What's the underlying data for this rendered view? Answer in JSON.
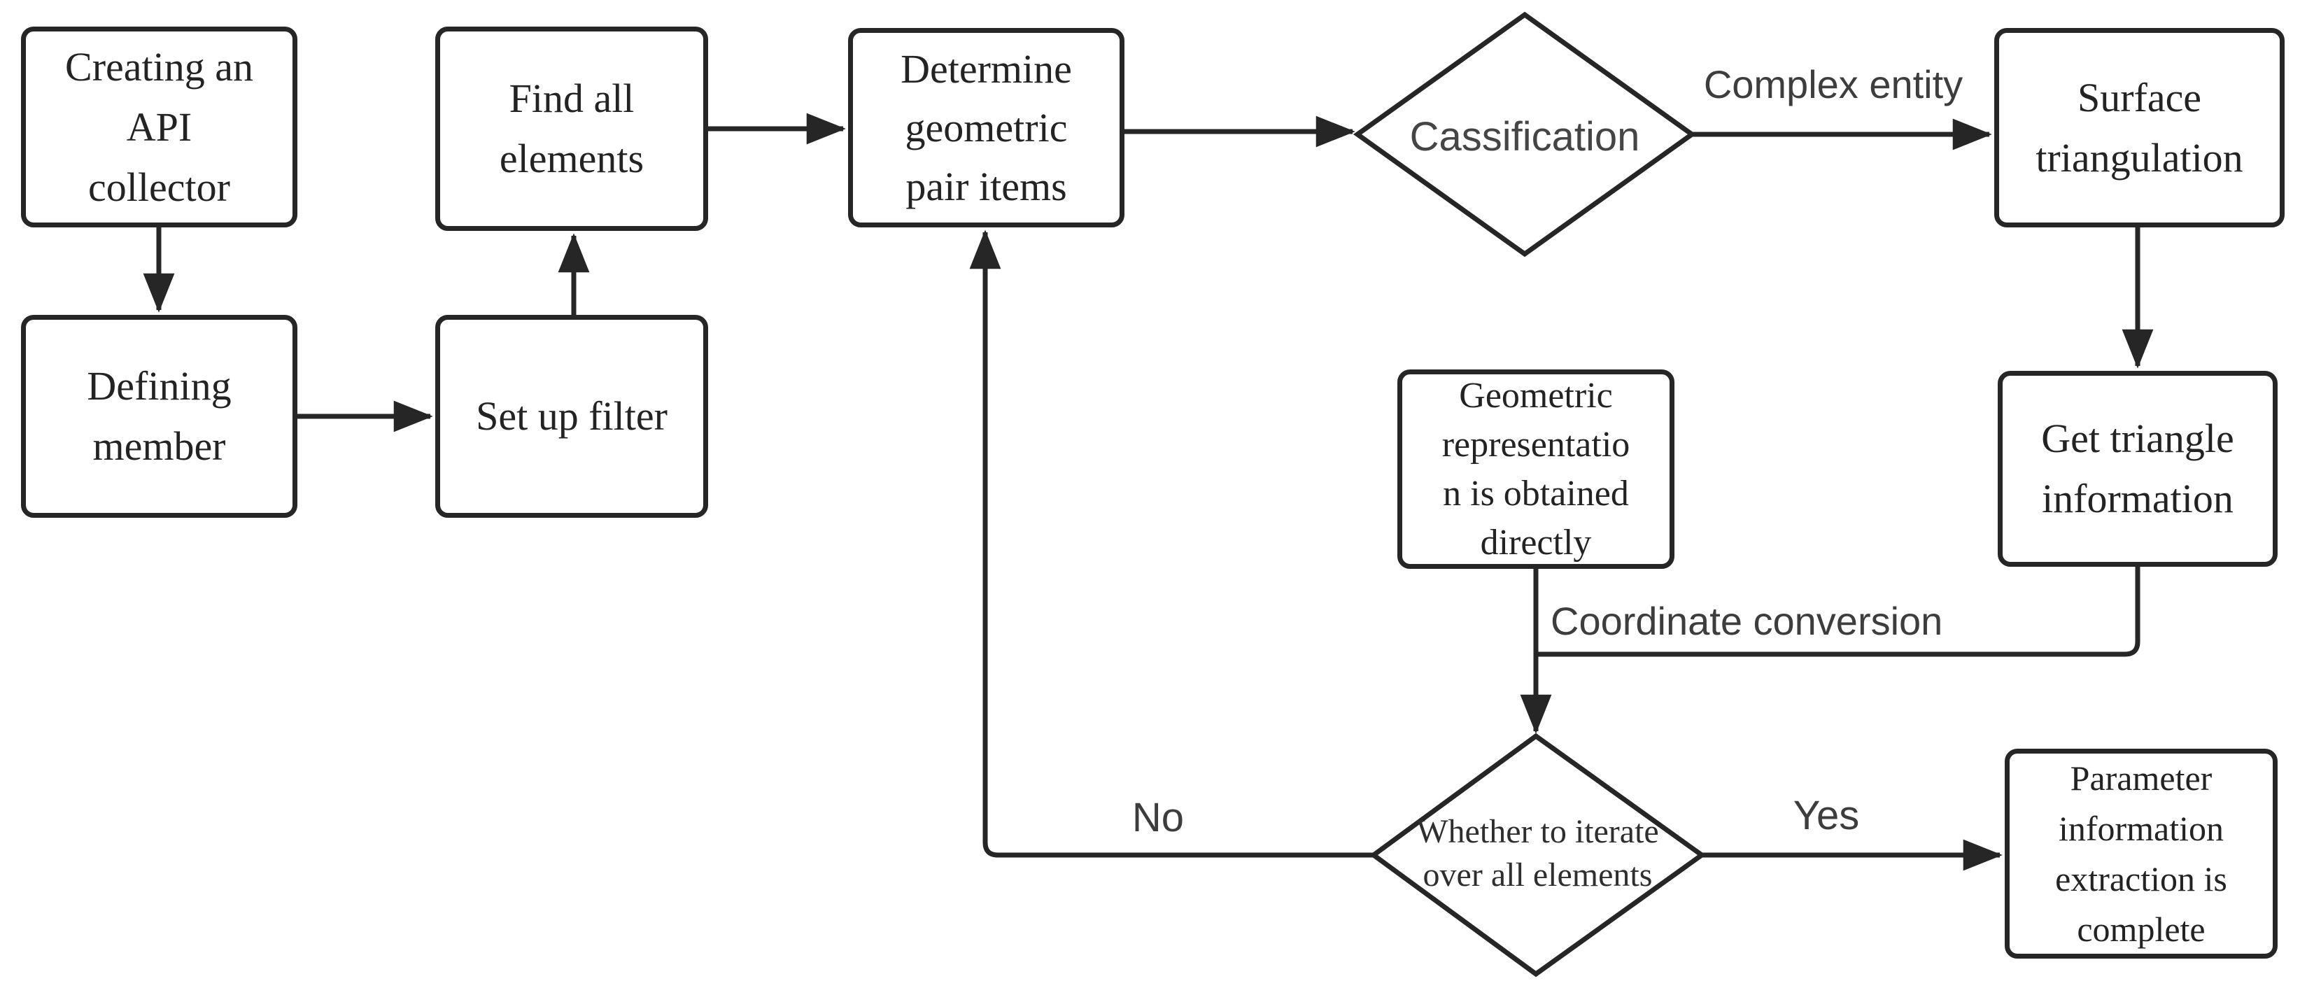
{
  "diagram": {
    "title": "API parameter extraction flowchart",
    "background_color": "#ffffff",
    "stroke_color": "#262626",
    "nodes": {
      "creating_api": {
        "label": "Creating an\nAPI\ncollector"
      },
      "defining_member": {
        "label": "Defining\nmember"
      },
      "set_up_filter": {
        "label": "Set up filter"
      },
      "find_all_elements": {
        "label": "Find all\nelements"
      },
      "determine_geometric": {
        "label": "Determine\ngeometric\npair items"
      },
      "classification": {
        "label": "Cassification"
      },
      "surface_triangulation": {
        "label": "Surface\ntriangulation"
      },
      "get_triangle_info": {
        "label": "Get triangle\ninformation"
      },
      "geometric_representation": {
        "label": "Geometric\nrepresentatio\nn is obtained\ndirectly"
      },
      "iterate_decision": {
        "label": "Whether to iterate\nover all elements"
      },
      "parameter_complete": {
        "label": "Parameter\ninformation\nextraction is\ncomplete"
      }
    },
    "edge_labels": {
      "complex_entity": "Complex entity",
      "coordinate_conversion": "Coordinate conversion",
      "no": "No",
      "yes": "Yes"
    }
  }
}
